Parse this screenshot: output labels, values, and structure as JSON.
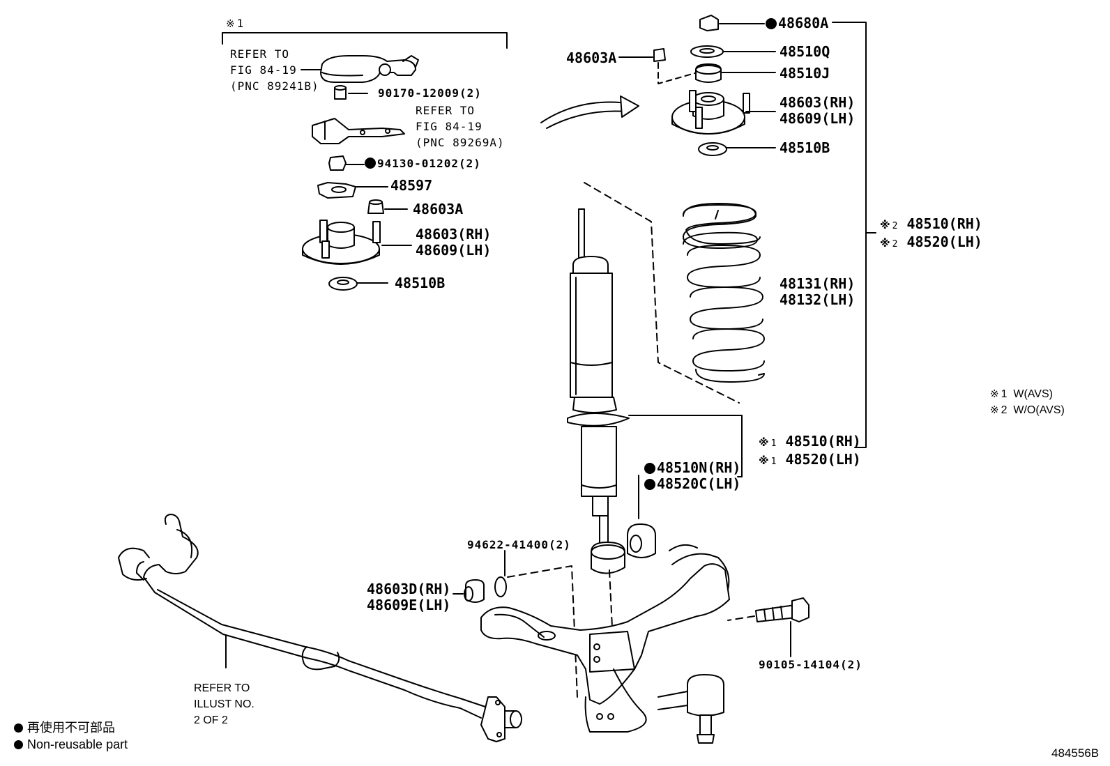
{
  "figure_id": "484556B",
  "notes": {
    "asterisk": "※",
    "top_left_marker": "1",
    "note1_key": "1",
    "note1_text": "W(AVS)",
    "note2_key": "2",
    "note2_text": "W/O(AVS)"
  },
  "legend": {
    "line1": "再使用不可部品",
    "line2": "Non-reusable part"
  },
  "refer_notes": {
    "refer1": [
      "REFER TO",
      "FIG 84-19",
      "(PNC 89241B)"
    ],
    "refer2": [
      "REFER TO",
      "FIG 84-19",
      "(PNC 89269A)"
    ],
    "refer3": [
      "REFER TO",
      "ILLUST NO.",
      "2 OF 2"
    ]
  },
  "parts_left": {
    "p90170": "90170-12009(2)",
    "p94130": "94130-01202(2)",
    "p48597": "48597",
    "p48603A": "48603A",
    "p48603rh": "48603(RH)",
    "p48609lh": "48609(LH)",
    "p48510B": "48510B"
  },
  "parts_right": {
    "p48680A": "48680A",
    "p48603A_r": "48603A",
    "p48510Q": "48510Q",
    "p48510J": "48510J",
    "p48603rh_r": "48603(RH)",
    "p48609lh_r": "48609(LH)",
    "p48510B_r": "48510B",
    "p48510rh_2": "48510(RH)",
    "p48520lh_2": "48520(LH)",
    "p48131rh": "48131(RH)",
    "p48132lh": "48132(LH)",
    "p48510rh_1": "48510(RH)",
    "p48520lh_1": "48520(LH)",
    "p48510N": "48510N(RH)",
    "p48520C": "48520C(LH)"
  },
  "parts_bottom": {
    "p94622": "94622-41400(2)",
    "p48603D": "48603D(RH)",
    "p48609E": "48609E(LH)",
    "p90105": "90105-14104(2)"
  }
}
